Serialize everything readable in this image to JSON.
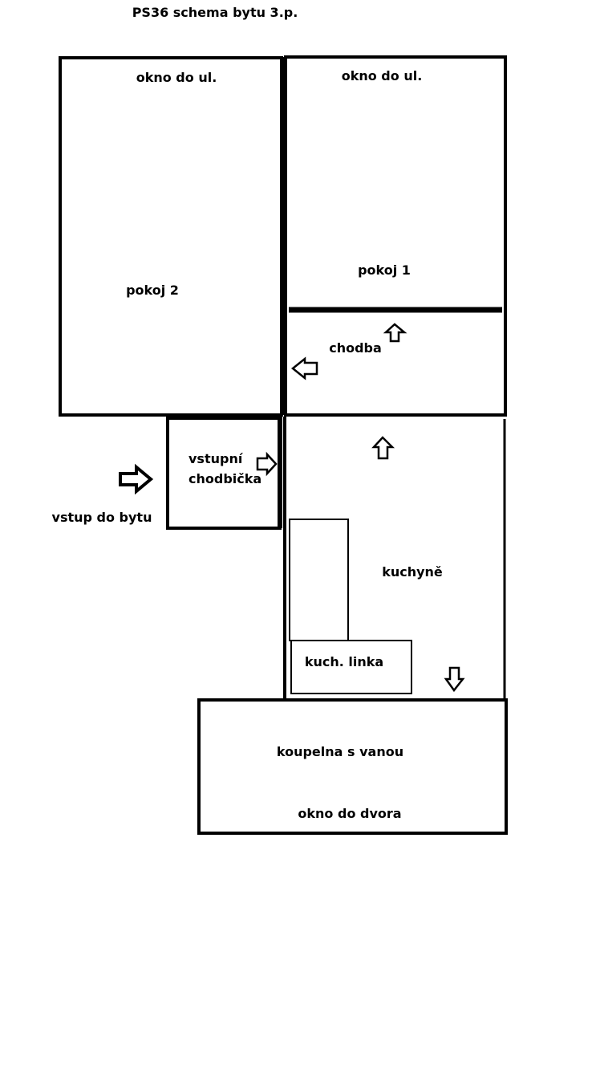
{
  "title": "PS36 schema bytu 3.p.",
  "rooms": {
    "pokoj2": {
      "label": "pokoj 2",
      "window": "okno do ul."
    },
    "pokoj1": {
      "label": "pokoj 1",
      "window": "okno do ul."
    },
    "chodba": {
      "label": "chodba"
    },
    "vstupni": {
      "line1": "vstupní",
      "line2": "chodbička"
    },
    "entrance": {
      "label": "vstup do bytu"
    },
    "kuchyne": {
      "label": "kuchyně",
      "counter": "kuch. linka"
    },
    "koupelna": {
      "label": "koupelna s vanou",
      "window": "okno do dvora"
    }
  }
}
